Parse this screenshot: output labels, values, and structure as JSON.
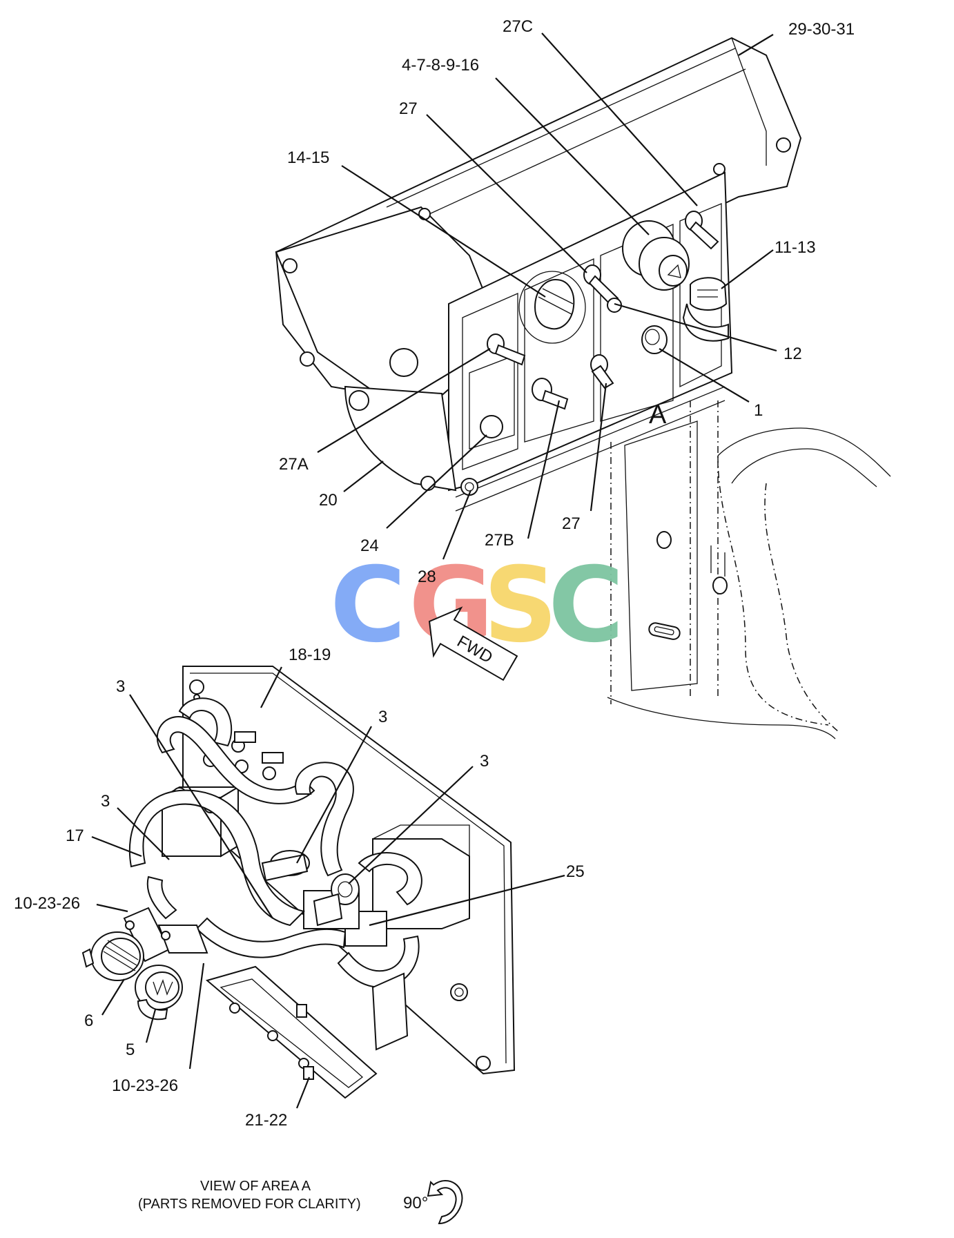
{
  "watermark": {
    "letters": [
      "C",
      "G",
      "S",
      "C"
    ],
    "colors": [
      "#7da7f5",
      "#f08c86",
      "#f7d66a",
      "#7cc4a0"
    ]
  },
  "area_marker": "A",
  "fwd_label": "FWD",
  "callouts": {
    "c_29_30_31": "29-30-31",
    "c_27C": "27C",
    "c_4_7_8_9_16": "4-7-8-9-16",
    "c_27_top": "27",
    "c_14_15": "14-15",
    "c_11_13": "11-13",
    "c_12": "12",
    "c_1": "1",
    "c_27A": "27A",
    "c_20": "20",
    "c_24": "24",
    "c_28": "28",
    "c_27B": "27B",
    "c_27_lower": "27",
    "c_18_19": "18-19",
    "c_3_a": "3",
    "c_3_b": "3",
    "c_3_c": "3",
    "c_3_d": "3",
    "c_17": "17",
    "c_25": "25",
    "c_10_23_26_a": "10-23-26",
    "c_6": "6",
    "c_5": "5",
    "c_10_23_26_b": "10-23-26",
    "c_21_22": "21-22"
  },
  "caption": {
    "line1": "VIEW OF AREA  A",
    "line2": "(PARTS REMOVED FOR CLARITY)",
    "rotation": "90°"
  }
}
